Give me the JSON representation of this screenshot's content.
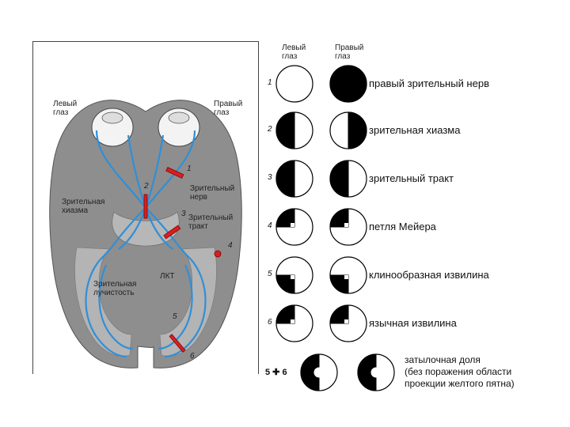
{
  "brain_panel": {
    "left_eye": "Левый\nглаз",
    "right_eye": "Правый\nглаз",
    "optic_nerve": "Зрительный\nнерв",
    "chiasm": "Зрительная\nхиазма",
    "optic_tract": "Зрительный\nтракт",
    "lgn": "ЛКТ",
    "radiation": "Зрительная\nлучистость",
    "lesion_numbers": [
      "1",
      "2",
      "3",
      "4",
      "5",
      "6"
    ]
  },
  "fields_panel": {
    "column_left": "Левый\nглаз",
    "column_right": "Правый\nглаз",
    "rows": [
      {
        "number": "1",
        "label": "правый зрительный нерв",
        "left": "full",
        "right": "black"
      },
      {
        "number": "2",
        "label": "зрительная хиазма",
        "left": "left-half",
        "right": "right-half"
      },
      {
        "number": "3",
        "label": "зрительный тракт",
        "left": "left-half",
        "right": "left-half"
      },
      {
        "number": "4",
        "label": "петля Мейера",
        "left": "upper-left-quadrant",
        "right": "upper-left-quadrant"
      },
      {
        "number": "5",
        "label": "клинообразная извилина",
        "left": "lower-left-quadrant",
        "right": "lower-left-quadrant"
      },
      {
        "number": "6",
        "label": "язычная извилина",
        "left": "upper-left-quadrant",
        "right": "upper-left-quadrant"
      },
      {
        "number": "5 ✚ 6",
        "label": "затылочная доля\n(без поражения области\nпроекции желтого пятна)",
        "left": "left-half-macular-sparing",
        "right": "left-half-macular-sparing"
      }
    ]
  }
}
